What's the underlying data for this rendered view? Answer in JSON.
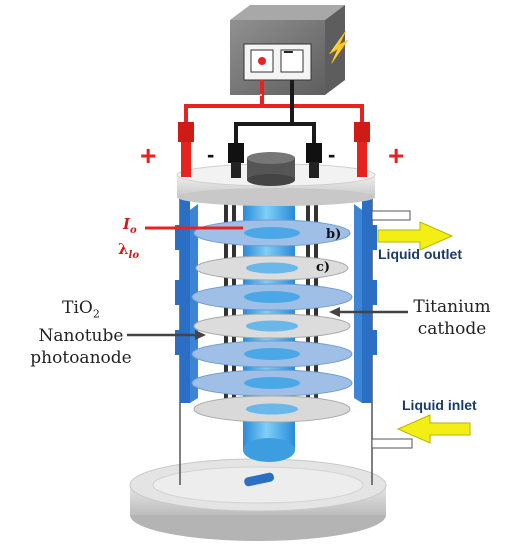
{
  "diagram": {
    "label_anode_line1": "TiO",
    "label_anode_sub": "2",
    "label_anode_line2": "Nanotube",
    "label_anode_line3": "photoanode",
    "label_cathode_line1": "Titanium",
    "label_cathode_line2": "cathode",
    "label_outlet": "Liquid outlet",
    "label_inlet": "Liquid inlet",
    "label_b": "b)",
    "label_c": "c)",
    "label_I": "I",
    "label_I_sub": "o",
    "label_lambda": "λ",
    "label_lambda_sub": "lo",
    "plus_left": "+",
    "plus_right": "+",
    "minus_left": "-",
    "minus_right": "-",
    "psu_plus": "+",
    "psu_minus": "−",
    "psu_bolt": "⚡"
  },
  "colors": {
    "wire_red": "#e8231f",
    "wire_black": "#1a1a1a",
    "electrode_blue": "#2a6fc4",
    "disc": "#a9c4e4",
    "lamp": "#4aa8e6",
    "arrow_yellow": "#f3ee14",
    "psu_body": "#7d7d7d"
  }
}
